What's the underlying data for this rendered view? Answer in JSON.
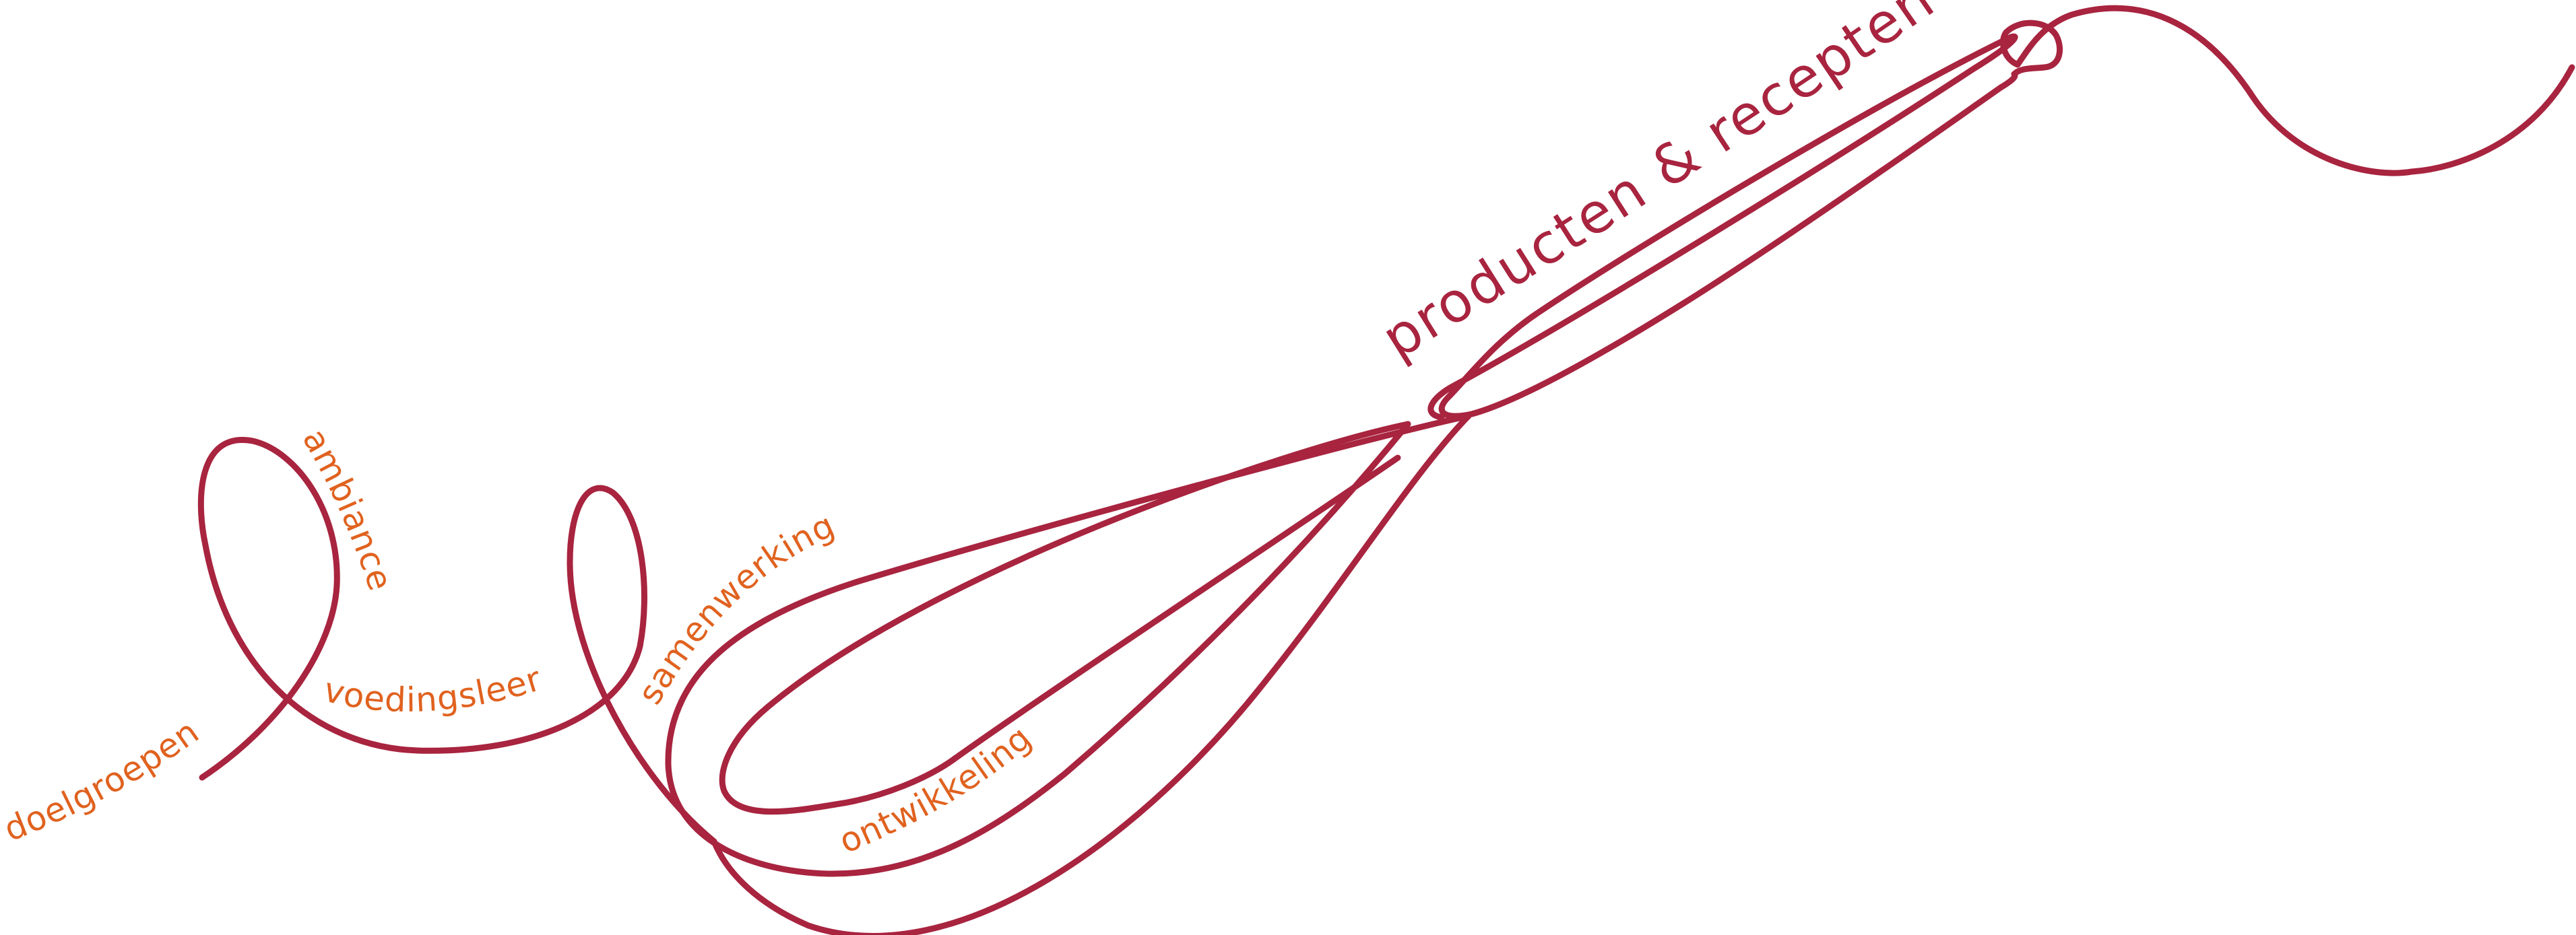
{
  "colors": {
    "line": "#A8243F",
    "label": "#E0621F",
    "title": "#A8243F",
    "background": "#FFFFFF"
  },
  "labels": {
    "doelgroepen": "doelgroepen",
    "ambiance": "ambiance",
    "voedingsleer": "voedingsleer",
    "samenwerking": "samenwerking",
    "ontwikkeling": "ontwikkeling",
    "producten_recepten": "producten & recepten"
  }
}
